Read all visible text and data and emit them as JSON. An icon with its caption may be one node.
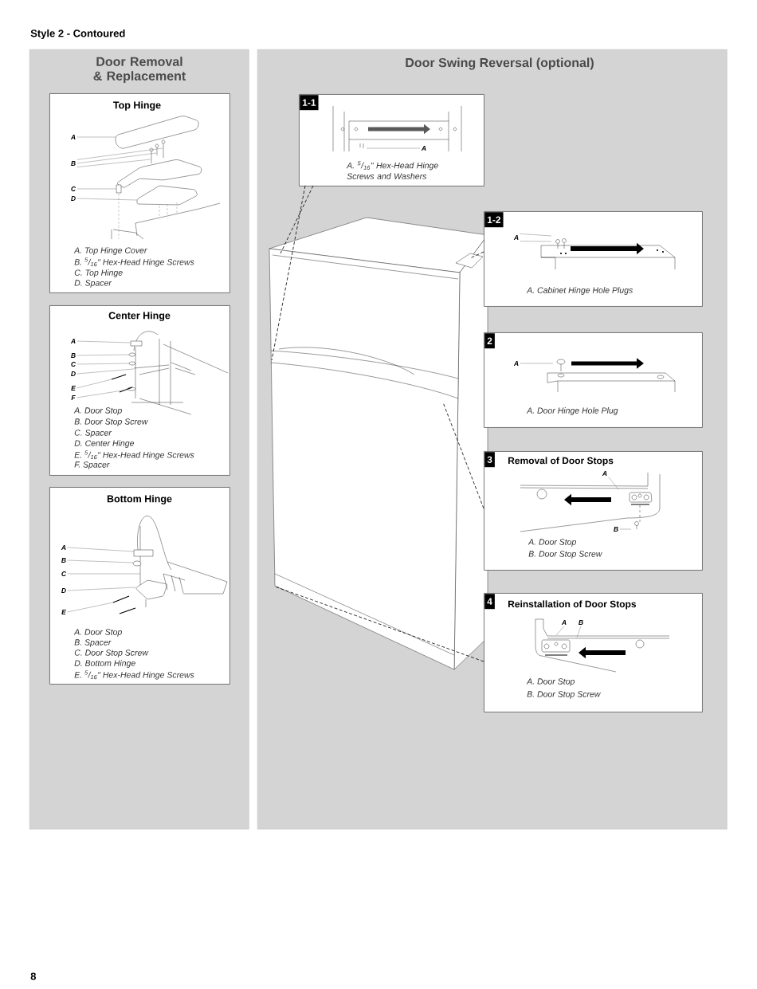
{
  "diagram": {
    "title": "Style 2 - Contoured",
    "nodes": [
      {
        "text": [
          "Door Removal & Replacement"
        ]
      },
      {
        "text": [
          "Top Hinge",
          "A. Top Hinge Cover",
          "B. $^{5}$/$_{16}$\" Hex-Head Hinge Screws",
          "C. Top Hinge",
          "D. Spacer"
        ],
        "in": 0
      },
      {
        "text": [
          "A"
        ],
        "in": 1
      },
      {
        "text": [
          "B"
        ],
        "in": 1
      },
      {
        "text": [
          "C"
        ],
        "in": 1
      },
      {
        "text": [
          "D"
        ],
        "in": 1
      },
      {
        "text": [
          "Center Hinge",
          "A. Door Stop",
          "B. Door Stop Screw",
          "C. Spacer",
          "D. Center Hinge",
          "E. $^{5}$/$_{16}$\" Hex-Head Hinge Screws",
          "F. Spacer"
        ],
        "in": 0
      },
      {
        "text": [
          "A"
        ],
        "in": 6
      },
      {
        "text": [
          "B"
        ],
        "in": 6
      },
      {
        "text": [
          "C"
        ],
        "in": 6
      },
      {
        "text": [
          "D"
        ],
        "in": 6
      },
      {
        "text": [
          "E"
        ],
        "in": 6
      },
      {
        "text": [
          "F"
        ],
        "in": 6
      },
      {
        "text": [
          "Bottom Hinge",
          "A. Door Stop",
          "B. Spacer",
          "C. Door Stop Screw",
          "D. Bottom Hinge",
          "E. $^{5}$/$_{16}$\" Hex-Head Hinge Screws"
        ],
        "in": 0
      },
      {
        "text": [
          "A"
        ],
        "in": 13
      },
      {
        "text": [
          "B"
        ],
        "in": 13
      },
      {
        "text": [
          "C"
        ],
        "in": 13
      },
      {
        "text": [
          "D"
        ],
        "in": 13
      },
      {
        "text": [
          "E"
        ],
        "in": 13
      },
      {
        "text": [
          "Door Swing Reversal (optional)"
        ]
      },
      {
        "text": [],
        "shape": "picture",
        "in": 19
      },
      {
        "text": [
          "1-1",
          "A. $^{5}$/$_{16}$\" Hex-Head Hinge Screws and Washers"
        ],
        "in": 19
      },
      {
        "text": [
          "A"
        ],
        "in": 21
      },
      {
        "text": [
          "1-2",
          "A. Cabinet Hinge Hole Plugs"
        ],
        "in": 19
      },
      {
        "text": [
          "A"
        ],
        "in": 23
      },
      {
        "text": [
          "2",
          "A. Door Hinge Hole Plug"
        ],
        "in": 19
      },
      {
        "text": [
          "A"
        ],
        "in": 25
      },
      {
        "text": [
          "3",
          "Removal of Door Stops",
          "A. Door Stop",
          "B. Door Stop Screw"
        ],
        "in": 19
      },
      {
        "text": [
          "A"
        ],
        "in": 27
      },
      {
        "text": [
          "B"
        ],
        "in": 27
      },
      {
        "text": [
          "4",
          "Reinstallation of Door Stops",
          "A. Door Stop",
          "B. Door Stop Screw"
        ],
        "in": 19
      },
      {
        "text": [
          "A"
        ],
        "in": 30
      },
      {
        "text": [
          "B"
        ],
        "in": 30
      },
      {
        "text": [],
        "shape": "picture",
        "in": 1
      },
      {
        "text": [],
        "shape": "picture",
        "in": 6
      },
      {
        "text": [],
        "shape": "picture",
        "in": 13
      }
    ],
    "edges": [
      {
        "from": 2,
        "to": 33,
        "arrow": "none"
      },
      {
        "from": 3,
        "to": 33,
        "arrow": "none"
      },
      {
        "from": 3,
        "to": 33,
        "arrow": "none"
      },
      {
        "from": 3,
        "to": 33,
        "arrow": "none"
      },
      {
        "from": 4,
        "to": 33,
        "arrow": "none"
      },
      {
        "from": 5,
        "to": 33,
        "arrow": "none"
      },
      {
        "from": 7,
        "to": 34,
        "arrow": "none"
      },
      {
        "from": 8,
        "to": 34,
        "arrow": "none"
      },
      {
        "from": 9,
        "to": 34,
        "arrow": "none"
      },
      {
        "from": 10,
        "to": 34,
        "arrow": "none"
      },
      {
        "from": 11,
        "to": 34,
        "arrow": "none"
      },
      {
        "from": 12,
        "to": 34,
        "arrow": "none"
      },
      {
        "from": 14,
        "to": 35,
        "arrow": "none"
      },
      {
        "from": 15,
        "to": 35,
        "arrow": "none"
      },
      {
        "from": 16,
        "to": 35,
        "arrow": "none"
      },
      {
        "from": 17,
        "to": 35,
        "arrow": "none"
      },
      {
        "from": 18,
        "to": 35,
        "arrow": "none"
      },
      {
        "from": 22,
        "to": null,
        "arrow": "none"
      },
      {
        "from": 24,
        "to": null,
        "arrow": "none"
      },
      {
        "from": 24,
        "to": null,
        "arrow": "none"
      },
      {
        "from": 26,
        "to": null,
        "arrow": "none"
      },
      {
        "from": 28,
        "to": null,
        "arrow": "none"
      },
      {
        "from": 29,
        "to": null,
        "arrow": "none"
      },
      {
        "from": 31,
        "to": null,
        "arrow": "none"
      },
      {
        "from": 32,
        "to": null,
        "arrow": "none"
      },
      {
        "from": 21,
        "to": 20,
        "arrow": "none",
        "style": "dashed",
        "color": "#000000"
      },
      {
        "from": 21,
        "to": 20,
        "arrow": "none",
        "style": "dashed",
        "color": "#000000"
      },
      {
        "from": 23,
        "to": 20,
        "arrow": "none",
        "style": "dashed",
        "color": "#000000"
      },
      {
        "from": 27,
        "to": 20,
        "arrow": "none",
        "style": "dashed",
        "color": "#000000"
      },
      {
        "from": 30,
        "to": 20,
        "arrow": "none",
        "style": "dashed",
        "color": "#000000"
      }
    ],
    "labels": [
      "8"
    ]
  }
}
